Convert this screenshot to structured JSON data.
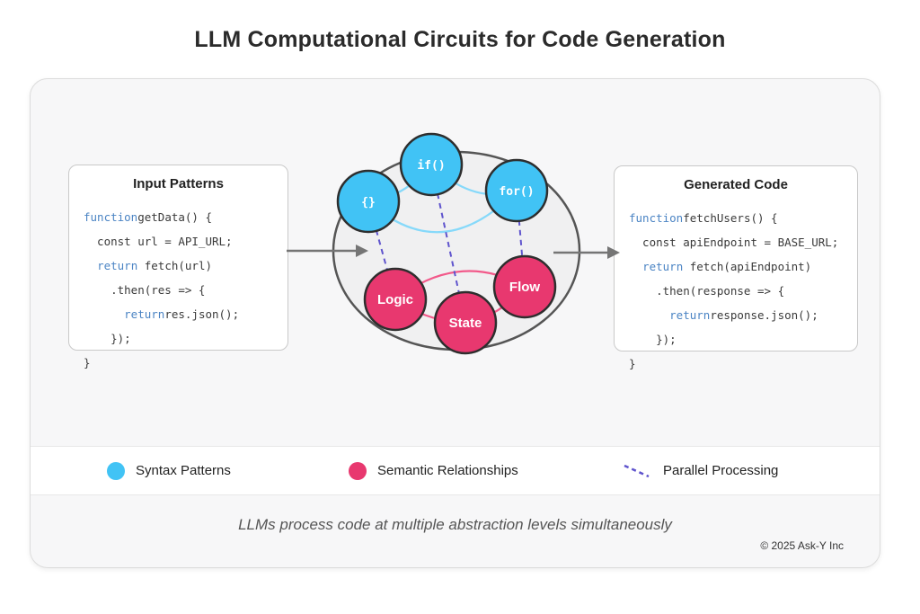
{
  "title": "LLM Computational Circuits for Code Generation",
  "panels": {
    "input": {
      "title": "Input Patterns",
      "lines": [
        {
          "segments": [
            {
              "text": "function",
              "type": "keyword"
            },
            {
              "text": "getData() {",
              "type": "plain"
            }
          ]
        },
        {
          "segments": [
            {
              "text": "  const url = API_URL;",
              "type": "plain"
            }
          ]
        },
        {
          "segments": [
            {
              "text": "  ",
              "type": "plain"
            },
            {
              "text": "return",
              "type": "keyword"
            },
            {
              "text": " fetch(url)",
              "type": "plain"
            }
          ]
        },
        {
          "segments": [
            {
              "text": "    .then(res => {",
              "type": "plain"
            }
          ]
        },
        {
          "segments": [
            {
              "text": "      ",
              "type": "plain"
            },
            {
              "text": "return",
              "type": "keyword"
            },
            {
              "text": "res.json();",
              "type": "plain"
            }
          ]
        },
        {
          "segments": [
            {
              "text": "    });",
              "type": "plain"
            }
          ]
        },
        {
          "segments": [
            {
              "text": "}",
              "type": "plain"
            }
          ]
        }
      ]
    },
    "output": {
      "title": "Generated Code",
      "lines": [
        {
          "segments": [
            {
              "text": "function",
              "type": "keyword"
            },
            {
              "text": "fetchUsers() {",
              "type": "plain"
            }
          ]
        },
        {
          "segments": [
            {
              "text": "  const apiEndpoint = BASE_URL;",
              "type": "plain"
            }
          ]
        },
        {
          "segments": [
            {
              "text": "  ",
              "type": "plain"
            },
            {
              "text": "return",
              "type": "keyword"
            },
            {
              "text": " fetch(apiEndpoint)",
              "type": "plain"
            }
          ]
        },
        {
          "segments": [
            {
              "text": "    .then(response => {",
              "type": "plain"
            }
          ]
        },
        {
          "segments": [
            {
              "text": "      ",
              "type": "plain"
            },
            {
              "text": "return",
              "type": "keyword"
            },
            {
              "text": "response.json();",
              "type": "plain"
            }
          ]
        },
        {
          "segments": [
            {
              "text": "    });",
              "type": "plain"
            }
          ]
        },
        {
          "segments": [
            {
              "text": "}",
              "type": "plain"
            }
          ]
        }
      ]
    }
  },
  "diagram": {
    "nodes": [
      {
        "id": "braces",
        "label": "{}",
        "type": "syntax"
      },
      {
        "id": "if",
        "label": "if()",
        "type": "syntax"
      },
      {
        "id": "for",
        "label": "for()",
        "type": "syntax"
      },
      {
        "id": "logic",
        "label": "Logic",
        "type": "semantic"
      },
      {
        "id": "state",
        "label": "State",
        "type": "semantic"
      },
      {
        "id": "flow",
        "label": "Flow",
        "type": "semantic"
      }
    ]
  },
  "legend": {
    "items": [
      {
        "label": "Syntax Patterns",
        "swatch": "dot",
        "color": "#41c3f5"
      },
      {
        "label": "Semantic Relationships",
        "swatch": "dot",
        "color": "#e8386f"
      },
      {
        "label": "Parallel Processing",
        "swatch": "dashed-line",
        "color": "#5f54cd"
      }
    ]
  },
  "caption": "LLMs process code at multiple abstraction levels simultaneously",
  "copyright": "© 2025 Ask-Y Inc",
  "colors": {
    "syntax_blue": "#41c3f5",
    "semantic_pink": "#e8386f",
    "parallel_purple": "#5f54cd",
    "keyword_blue": "#4b84c4",
    "arrow_gray": "#757575"
  }
}
